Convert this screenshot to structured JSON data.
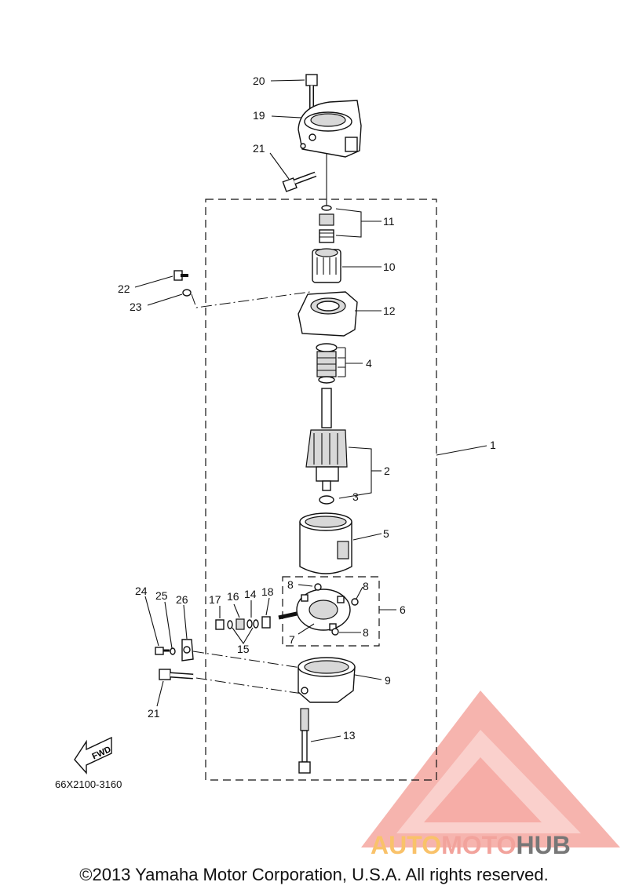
{
  "diagram_code": "66X2100-3160",
  "fwd_arrow_label": "FWD",
  "copyright": "©2013 Yamaha Motor Corporation, U.S.A. All rights reserved.",
  "watermark": {
    "word_part1": "AUTO",
    "word_part2": "MOTO",
    "word_part3": "HUB",
    "color_light": "#f9c26a",
    "color_accent": "#f2a39c",
    "color_dark": "#777777"
  },
  "callouts": {
    "c1": "1",
    "c2": "2",
    "c3": "3",
    "c4": "4",
    "c5": "5",
    "c6": "6",
    "c7": "7",
    "c8a": "8",
    "c8b": "8",
    "c8c": "8",
    "c9": "9",
    "c10": "10",
    "c11": "11",
    "c12": "12",
    "c13": "13",
    "c14": "14",
    "c15": "15",
    "c16": "16",
    "c17": "17",
    "c18": "18",
    "c19": "19",
    "c20": "20",
    "c21a": "21",
    "c21b": "21",
    "c22": "22",
    "c23": "23",
    "c24": "24",
    "c25": "25",
    "c26": "26"
  }
}
